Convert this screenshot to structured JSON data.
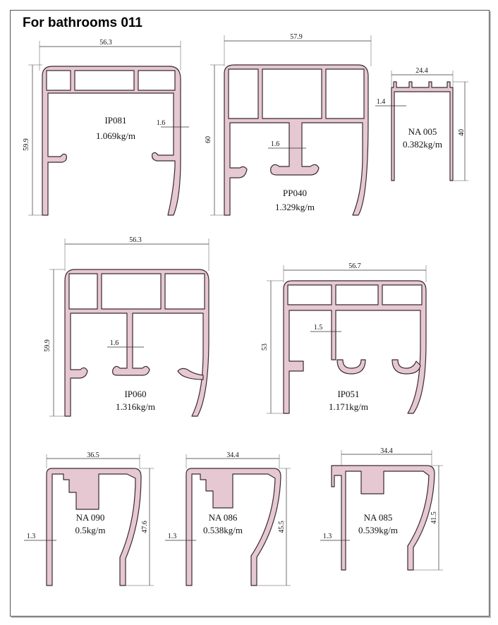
{
  "page": {
    "title": "For bathrooms 011"
  },
  "profiles": [
    {
      "code": "IP081",
      "weight": "1.069kg/m",
      "width": "56.3",
      "height": "59.9",
      "thickness": "1.6"
    },
    {
      "code": "PP040",
      "weight": "1.329kg/m",
      "width": "57.9",
      "height": "60",
      "thickness": "1.6"
    },
    {
      "code": "NA 005",
      "weight": "0.382kg/m",
      "width": "24.4",
      "height": "40",
      "thickness": "1.4"
    },
    {
      "code": "IP060",
      "weight": "1.316kg/m",
      "width": "56.3",
      "height": "59.9",
      "thickness": "1.6"
    },
    {
      "code": "IP051",
      "weight": "1.171kg/m",
      "width": "56.7",
      "height": "53",
      "thickness": "1.5"
    },
    {
      "code": "NA 090",
      "weight": "0.5kg/m",
      "width": "36.5",
      "height": "47.6",
      "thickness": "1.3"
    },
    {
      "code": "NA 086",
      "weight": "0.538kg/m",
      "width": "34.4",
      "height": "45.5",
      "thickness": "1.3"
    },
    {
      "code": "NA 085",
      "weight": "0.539kg/m",
      "width": "34.4",
      "height": "41.5",
      "thickness": "1.3"
    }
  ],
  "colors": {
    "profile_fill": "#e6c8d3",
    "profile_stroke": "#3a2a30",
    "border": "#555555"
  }
}
